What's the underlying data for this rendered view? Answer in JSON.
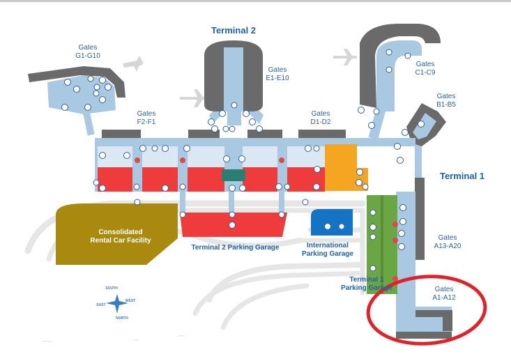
{
  "map": {
    "terminals": {
      "t1": "Terminal 1",
      "t2": "Terminal 2"
    },
    "gates": {
      "g": [
        "Gates",
        "G1-G10"
      ],
      "e": [
        "Gates",
        "E1-E10"
      ],
      "f": [
        "Gates",
        "F2-F1"
      ],
      "d": [
        "Gates",
        "D1-D2"
      ],
      "c": [
        "Gates",
        "C1-C9"
      ],
      "b": [
        "Gates",
        "B1-B5"
      ],
      "a13": [
        "Gates",
        "A13-A20"
      ],
      "a1": [
        "Gates",
        "A1-A12"
      ]
    },
    "facilities": {
      "rental": [
        "Consolidated",
        "Rental Car Facility"
      ],
      "t2_garage": "Terminal 2 Parking Garage",
      "intl_garage": [
        "International",
        "Parking Garage"
      ],
      "t1_garage": [
        "Terminal 1",
        "Parking Garage"
      ]
    },
    "compass": {
      "south": "SOUTH",
      "west": "WEST",
      "east": "EAST",
      "north": "NORTH"
    },
    "highlight": {
      "target": "Gates A1-A12",
      "color": "#e0222a"
    },
    "colors": {
      "concourse": "#a9c9e3",
      "gate_building": "#6a6a6a",
      "ticketing": "#ef3b3b",
      "terminal1_garage": "#6aa644",
      "rental_car": "#a98a0e",
      "intl_garage": "#1473c4",
      "d_gates_area": "#f4a623",
      "road": "#e8e8e8"
    }
  }
}
